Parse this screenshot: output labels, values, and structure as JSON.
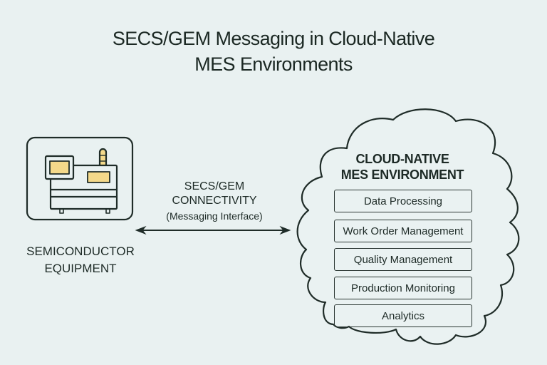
{
  "title": {
    "line1": "SECS/GEM Messaging in Cloud-Native",
    "line2": "MES Environments"
  },
  "equipment": {
    "icon": "semiconductor-equipment-icon",
    "label_line1": "SEMICONDUCTOR",
    "label_line2": "EQUIPMENT"
  },
  "connection": {
    "line1": "SECS/GEM",
    "line2": "CONNECTIVITY",
    "line3": "(Messaging Interface)",
    "arrow": "bidirectional-arrow"
  },
  "cloud": {
    "title_line1": "CLOUD-NATIVE",
    "title_line2": "MES ENVIRONMENT",
    "modules": [
      {
        "label": "Data Processing"
      },
      {
        "label": "Work Order Management"
      },
      {
        "label": "Quality Management"
      },
      {
        "label": "Production Monitoring"
      },
      {
        "label": "Analytics"
      }
    ]
  },
  "colors": {
    "background": "#e9f1f1",
    "stroke": "#1f2c28",
    "accent_fill": "#f4d98a"
  }
}
